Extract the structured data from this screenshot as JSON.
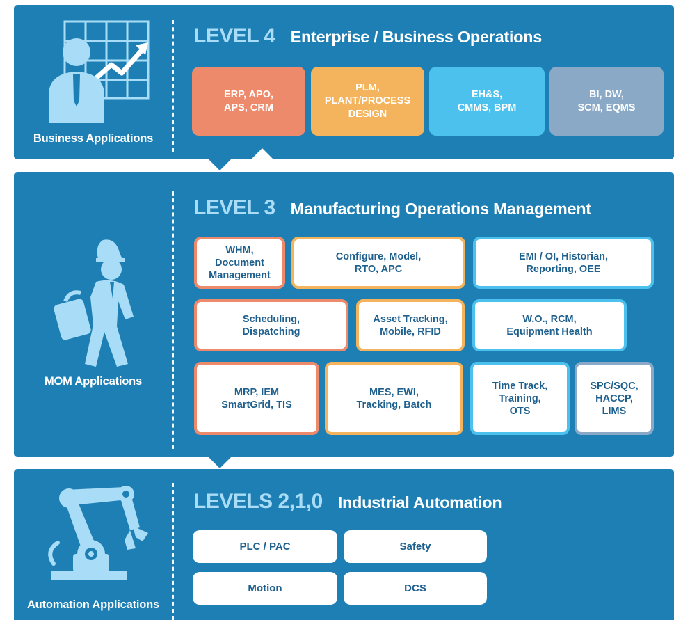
{
  "colors": {
    "panel": "#1d7fb4",
    "level_accent": "#a9dcf6",
    "salmon": "#ee8a6c",
    "gold": "#f4b45d",
    "sky": "#4dc1ed",
    "steel": "#8aa9c6",
    "box_text": "#1d5f8d"
  },
  "level4": {
    "level": "LEVEL 4",
    "title": "Enterprise / Business Operations",
    "side_label": "Business Applications",
    "side_icon": "business-person-chart-icon",
    "boxes": [
      {
        "text": "ERP, APO,\nAPS, CRM",
        "color": "salmon"
      },
      {
        "text": "PLM,\nPLANT/PROCESS\nDESIGN",
        "color": "gold"
      },
      {
        "text": "EH&S,\nCMMS, BPM",
        "color": "sky"
      },
      {
        "text": "BI, DW,\nSCM, EQMS",
        "color": "steel"
      }
    ]
  },
  "level3": {
    "level": "LEVEL 3",
    "title": "Manufacturing Operations Management",
    "side_label": "MOM Applications",
    "side_icon": "worker-hardhat-icon",
    "boxes": [
      {
        "text": "WHM,\nDocument\nManagement",
        "color": "salmon"
      },
      {
        "text": "Configure, Model,\nRTO, APC",
        "color": "gold"
      },
      {
        "text": "EMI / OI, Historian,\nReporting, OEE",
        "color": "sky"
      },
      {
        "text": "Scheduling,\nDispatching",
        "color": "salmon"
      },
      {
        "text": "Asset Tracking,\nMobile, RFID",
        "color": "gold"
      },
      {
        "text": "W.O., RCM,\nEquipment Health",
        "color": "sky"
      },
      {
        "text": "MRP, IEM\nSmartGrid, TIS",
        "color": "salmon"
      },
      {
        "text": "MES, EWI,\nTracking, Batch",
        "color": "gold"
      },
      {
        "text": "Time Track,\nTraining,\nOTS",
        "color": "sky"
      },
      {
        "text": "SPC/SQC,\nHACCP,\nLIMS",
        "color": "steel"
      }
    ]
  },
  "level2": {
    "level": "LEVELS 2,1,0",
    "title": "Industrial Automation",
    "side_label": "Automation Applications",
    "side_icon": "robot-arm-icon",
    "boxes": [
      {
        "text": "PLC / PAC"
      },
      {
        "text": "Safety"
      },
      {
        "text": "Motion"
      },
      {
        "text": "DCS"
      }
    ]
  }
}
